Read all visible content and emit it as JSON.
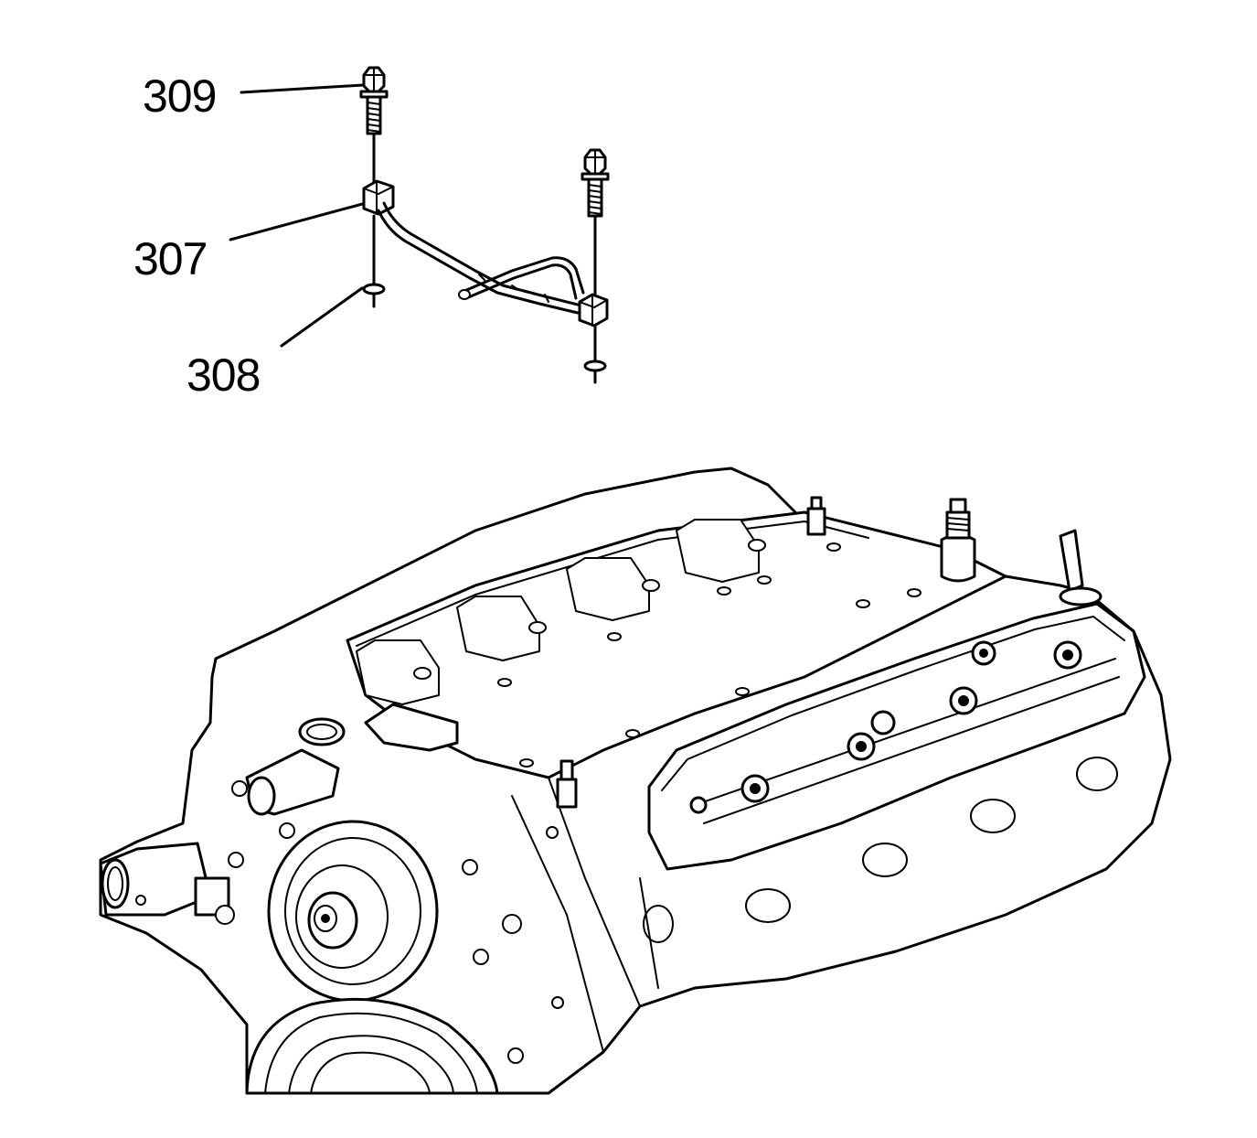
{
  "callouts": [
    {
      "id": "309",
      "label": "309",
      "part": "bolt"
    },
    {
      "id": "307",
      "label": "307",
      "part": "bracket"
    },
    {
      "id": "308",
      "label": "308",
      "part": "washer"
    }
  ],
  "colors": {
    "line": "#000000",
    "background": "#ffffff"
  }
}
